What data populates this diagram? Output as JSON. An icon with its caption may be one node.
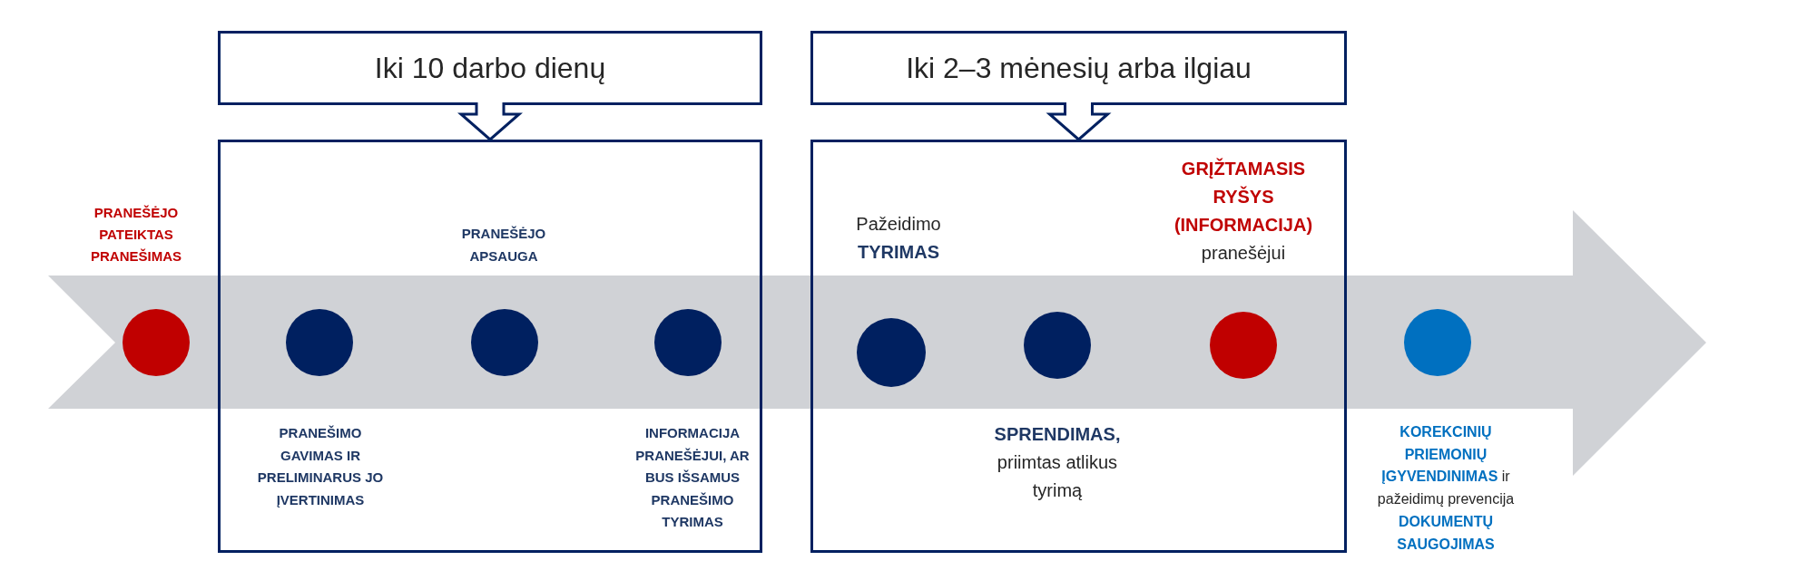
{
  "diagram": {
    "nodes": [
      {
        "text": [],
        "shape": "circle",
        "beside": [
          "PRANEŠĖJO PATEIKTAS PRANEŠIMAS"
        ]
      },
      {
        "text": [
          "Iki 10 darbo dienų"
        ]
      },
      {
        "text": [],
        "shape": "box"
      },
      {
        "text": [],
        "shape": "circle",
        "in": 2,
        "beside": [
          "PRANEŠIMO GAVIMAS IR PRELIMINARUS JO ĮVERTINIMAS"
        ]
      },
      {
        "text": [],
        "shape": "circle",
        "in": 2,
        "beside": [
          "PRANEŠĖJO APSAUGA"
        ]
      },
      {
        "text": [],
        "shape": "circle",
        "in": 2,
        "beside": [
          "INFORMACIJA PRANEŠĖJUI, AR BUS IŠSAMUS PRANEŠIMO TYRIMAS"
        ]
      },
      {
        "text": [
          "Iki 2–3 mėnesių arba ilgiau"
        ]
      },
      {
        "text": [],
        "shape": "box"
      },
      {
        "text": [],
        "shape": "circle",
        "in": 7,
        "beside": [
          "Pažeidimo **TYRIMAS**"
        ]
      },
      {
        "text": [],
        "shape": "circle",
        "in": 7,
        "beside": [
          "**SPRENDIMAS,** priimtas atlikus tyrimą"
        ]
      },
      {
        "text": [],
        "shape": "circle",
        "in": 7,
        "beside": [
          "**GRĮŽTAMASIS RYŠYS (INFORMACIJA)** pranešėjui"
        ]
      },
      {
        "text": [],
        "shape": "circle",
        "beside": [
          "**KOREKCINIŲ PRIEMONIŲ ĮGYVENDINIMAS** ir pažeidimų prevencija",
          "DOKUMENTŲ SAUGOJIMAS"
        ]
      }
    ],
    "edges": [
      {
        "from": 1,
        "to": 2,
        "arrow": "to"
      },
      {
        "from": 6,
        "to": 7,
        "arrow": "to"
      }
    ]
  }
}
